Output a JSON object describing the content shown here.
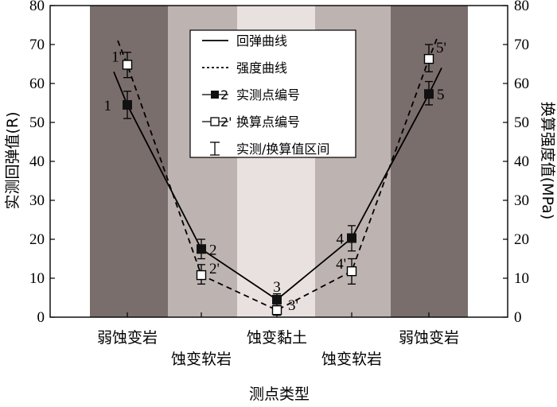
{
  "chart_data": {
    "type": "line",
    "xlabel": "测点类型",
    "ylabel": "实测回弹值(R)",
    "y2label": "换算强度值(MPa)",
    "ylim": [
      0,
      80
    ],
    "y2lim": [
      0,
      80
    ],
    "yticks": [
      0,
      10,
      20,
      30,
      40,
      50,
      60,
      70,
      80
    ],
    "categories": [
      "弱蚀变岩",
      "蚀变软岩",
      "蚀变黏土",
      "蚀变软岩",
      "弱蚀变岩"
    ],
    "category_rows": [
      0,
      1,
      0,
      1,
      0
    ],
    "zone_colors": [
      "#7a6e6c",
      "#bdb3b1",
      "#e8e1df",
      "#bdb3b1",
      "#7a6e6c"
    ],
    "series": [
      {
        "name": "回弹曲线",
        "style": "solid",
        "marker": "filled-square",
        "line_start": 63,
        "line_end": 64,
        "points": [
          {
            "label": "1",
            "value": 54.5,
            "err_low": 51,
            "err_high": 58
          },
          {
            "label": "2",
            "value": 17.5,
            "err_low": 15,
            "err_high": 20
          },
          {
            "label": "3",
            "value": 4.5,
            "err_low": 3,
            "err_high": 6
          },
          {
            "label": "4",
            "value": 20.3,
            "err_low": 17,
            "err_high": 23.5
          },
          {
            "label": "5",
            "value": 57.3,
            "err_low": 54.5,
            "err_high": 60.5
          }
        ]
      },
      {
        "name": "强度曲线",
        "style": "dashed",
        "marker": "open-square",
        "line_start": 71,
        "line_end": 72,
        "points": [
          {
            "label": "1'",
            "value": 64.8,
            "err_low": 61.5,
            "err_high": 68
          },
          {
            "label": "2'",
            "value": 10.8,
            "err_low": 8.5,
            "err_high": 13.5
          },
          {
            "label": "3'",
            "value": 1.8,
            "err_low": 0.5,
            "err_high": 3
          },
          {
            "label": "4'",
            "value": 11.8,
            "err_low": 8.5,
            "err_high": 15
          },
          {
            "label": "5'",
            "value": 66.3,
            "err_low": 63,
            "err_high": 70
          }
        ]
      }
    ],
    "legend": {
      "placement": "top-center",
      "entries": [
        {
          "key": "solid-line",
          "label": "回弹曲线"
        },
        {
          "key": "dashed-line",
          "label": "强度曲线"
        },
        {
          "key": "filled-marker",
          "marker_text": "2",
          "label": "实测点编号"
        },
        {
          "key": "open-marker",
          "marker_text": "2'",
          "label": "换算点编号"
        },
        {
          "key": "errorbar",
          "label": "实测/换算值区间"
        }
      ]
    }
  }
}
